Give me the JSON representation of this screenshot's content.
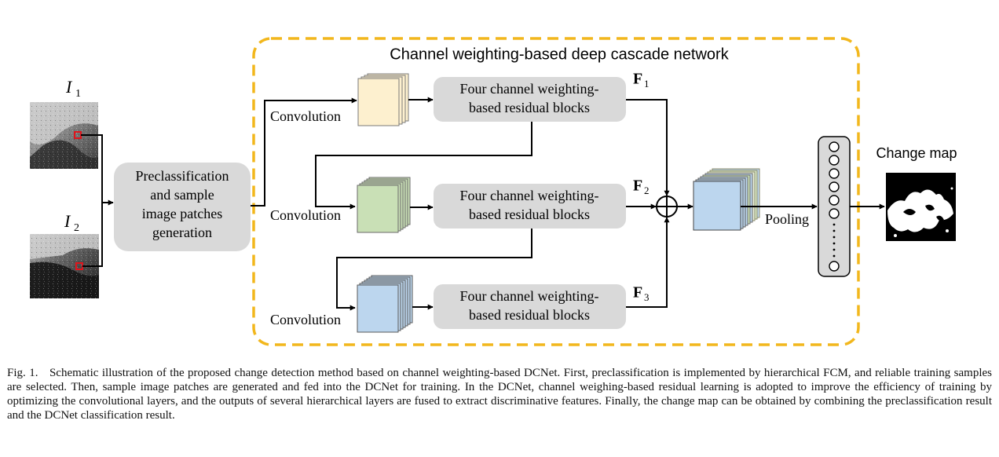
{
  "network": {
    "title": "Channel weighting-based deep cascade network"
  },
  "inputs": {
    "i1": {
      "base": "I",
      "sub": "1"
    },
    "i2": {
      "base": "I",
      "sub": "2"
    }
  },
  "preclassification": {
    "lines": [
      "Preclassification",
      "and sample",
      "image patches",
      "generation"
    ]
  },
  "branches": [
    {
      "conv_label": "Convolution",
      "block_lines": [
        "Four channel weighting-",
        "based residual blocks"
      ],
      "feature": {
        "base": "F",
        "sub": "1"
      },
      "color": "#fdf0cf"
    },
    {
      "conv_label": "Convolution",
      "block_lines": [
        "Four channel weighting-",
        "based residual blocks"
      ],
      "feature": {
        "base": "F",
        "sub": "2"
      },
      "color": "#c9e0b6"
    },
    {
      "conv_label": "Convolution",
      "block_lines": [
        "Four channel weighting-",
        "based residual blocks"
      ],
      "feature": {
        "base": "F",
        "sub": "3"
      },
      "color": "#bcd6ee"
    }
  ],
  "fused_color": "#bcd6ee",
  "pooling_label": "Pooling",
  "output": {
    "label": "Change map"
  },
  "colors": {
    "dashed_border": "#f2b71d",
    "block_fill": "#d9d9d9",
    "patch_marker": "#e0141c"
  },
  "caption": {
    "fig_label": "Fig. 1.",
    "text": "Schematic illustration of the proposed change detection method based on channel weighting-based DCNet. First, preclassification is implemented by hierarchical FCM, and reliable training samples are selected. Then, sample image patches are generated and fed into the DCNet for training. In the DCNet, channel weighing-based residual learning is adopted to improve the efficiency of training by optimizing the convolutional layers, and the outputs of several hierarchical layers are fused to extract discriminative features. Finally, the change map can be obtained by combining the preclassification result and the DCNet classification result."
  }
}
